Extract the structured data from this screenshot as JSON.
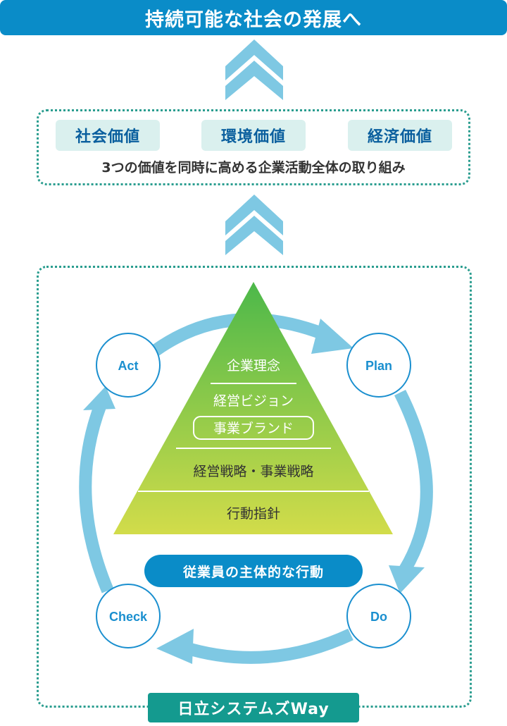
{
  "header": {
    "title": "持続可能な社会の発展へ"
  },
  "values": {
    "items": [
      "社会価値",
      "環境価値",
      "経済価値"
    ],
    "caption": "3つの価値を同時に高める企業活動全体の取り組み"
  },
  "pyramid": {
    "levels": [
      "企業理念",
      "経営ビジョン",
      "事業ブランド",
      "経営戦略・事業戦略",
      "行動指針"
    ]
  },
  "cycle": {
    "act": "Act",
    "plan": "Plan",
    "do": "Do",
    "check": "Check"
  },
  "action_label": "従業員の主体的な行動",
  "framework_label": "日立システムズWay",
  "colors": {
    "header": "#0a8cc8",
    "arrow": "#7ec8e3",
    "cycle_text": "#1a8fcf",
    "dotted_border": "#2a9d8f",
    "pyramid_top": "#4cb84a",
    "pyramid_bottom": "#d2dc4a",
    "framework_label_bg": "#149a8f"
  }
}
